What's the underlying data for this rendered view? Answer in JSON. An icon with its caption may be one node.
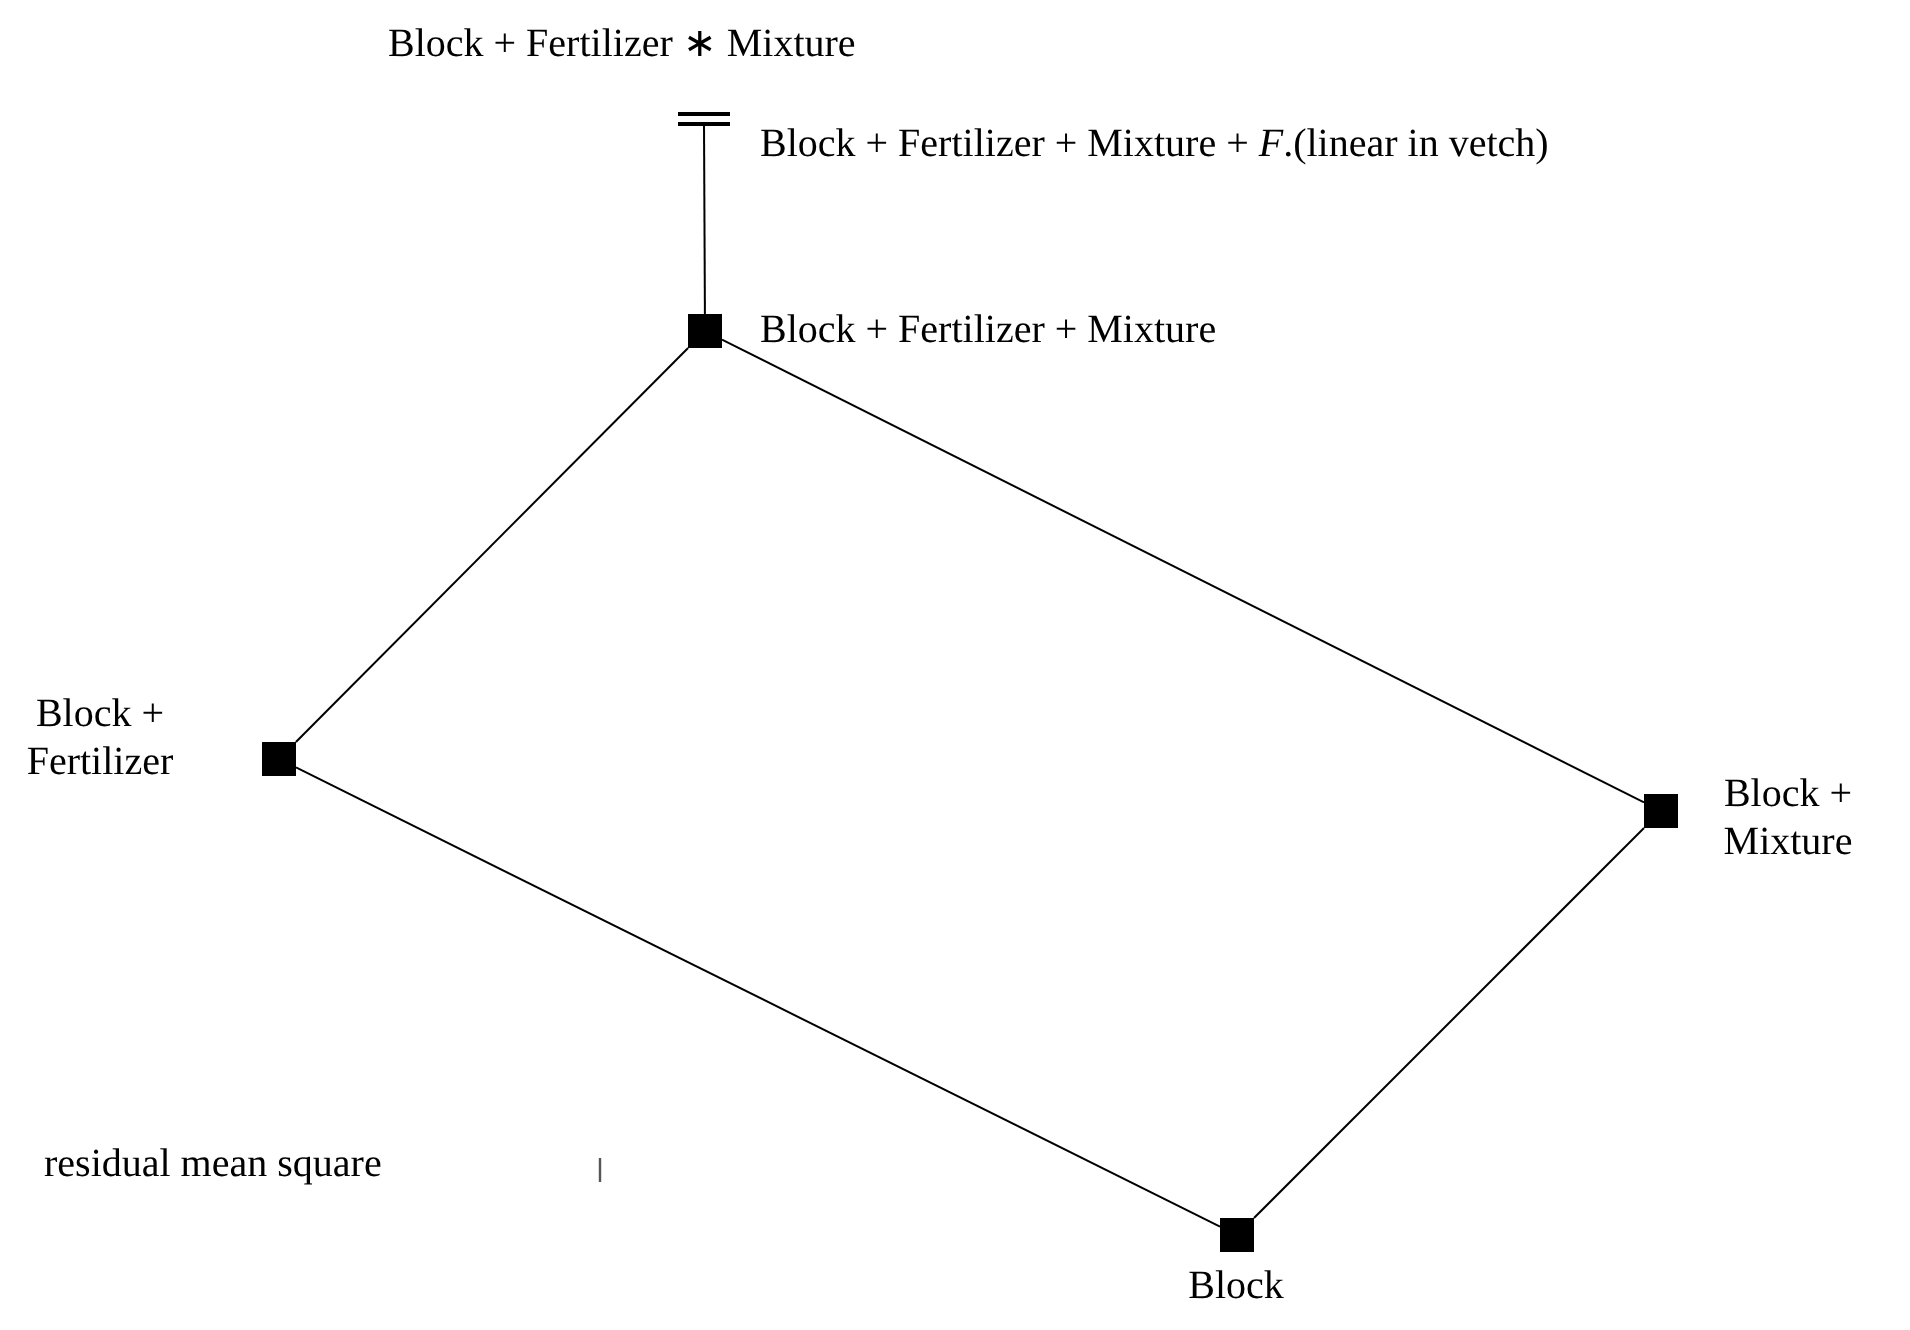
{
  "diagram": {
    "nodes": [
      {
        "text": [
          "Block + Fertilizer ∗ Mixture"
        ]
      },
      {
        "text": [
          "Block + Fertilizer + Mixture + *F*.(linear in vetch)"
        ]
      },
      {
        "text": [
          "Block + Fertilizer + Mixture"
        ]
      },
      {
        "text": [
          "Block + Fertilizer"
        ]
      },
      {
        "text": [
          "Block + Mixture"
        ]
      },
      {
        "text": [
          "Block"
        ]
      }
    ],
    "edges": [
      {
        "from": 1,
        "to": 2,
        "arrow": "none"
      },
      {
        "from": 2,
        "to": 3,
        "arrow": "none"
      },
      {
        "from": 2,
        "to": 4,
        "arrow": "none"
      },
      {
        "from": 3,
        "to": 5,
        "arrow": "none"
      },
      {
        "from": 4,
        "to": 5,
        "arrow": "none"
      }
    ],
    "labels": [
      "residual mean square"
    ]
  }
}
